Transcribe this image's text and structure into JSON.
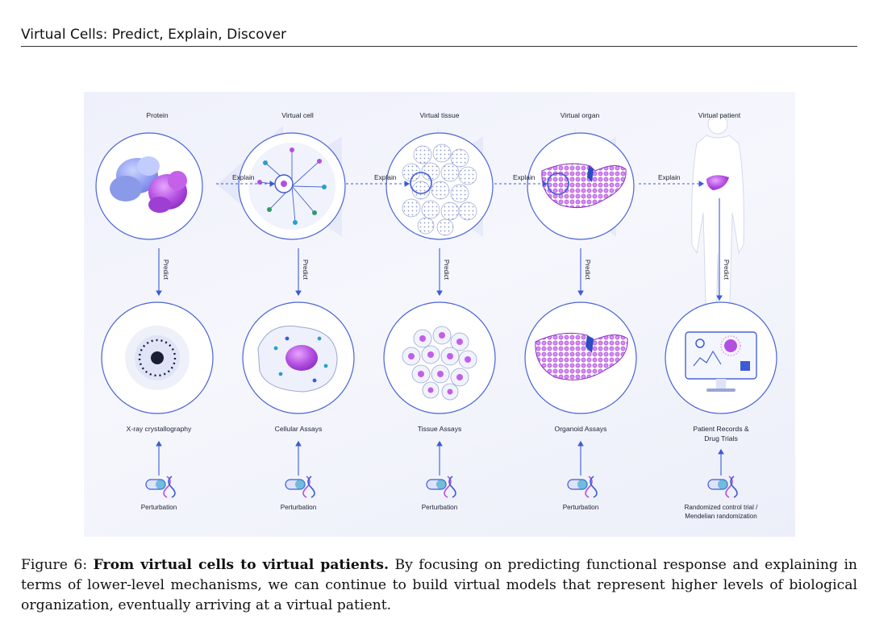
{
  "header": {
    "running_title": "Virtual Cells: Predict, Explain, Discover"
  },
  "figure": {
    "columns": [
      {
        "title": "Protein",
        "assay": "X-ray crystallography",
        "assay_line2": "",
        "perturb": "Perturbation",
        "perturb_line2": ""
      },
      {
        "title": "Virtual cell",
        "assay": "Cellular Assays",
        "assay_line2": "",
        "perturb": "Perturbation",
        "perturb_line2": ""
      },
      {
        "title": "Virtual tissue",
        "assay": "Tissue Assays",
        "assay_line2": "",
        "perturb": "Perturbation",
        "perturb_line2": ""
      },
      {
        "title": "Virtual organ",
        "assay": "Organoid Assays",
        "assay_line2": "",
        "perturb": "Perturbation",
        "perturb_line2": ""
      },
      {
        "title": "Virtual patient",
        "assay": "Patient Records &",
        "assay_line2": "Drug Trials",
        "perturb": "Randomized control trial /",
        "perturb_line2": "Mendelian randomization"
      }
    ],
    "explain_label": "Explain",
    "predict_label": "Predict"
  },
  "caption": {
    "label": "Figure 6:",
    "title": "From virtual cells to virtual patients.",
    "text": "By focusing on predicting functional response and explaining in terms of lower-level mechanisms, we can continue to build virtual models that represent higher levels of biological organization, eventually arriving at a virtual patient."
  },
  "colors": {
    "line": "#3d5ad6",
    "circle_stroke": "#4a63d8",
    "purple": "#b44fe0",
    "panel_bg": "#eef0fb"
  }
}
